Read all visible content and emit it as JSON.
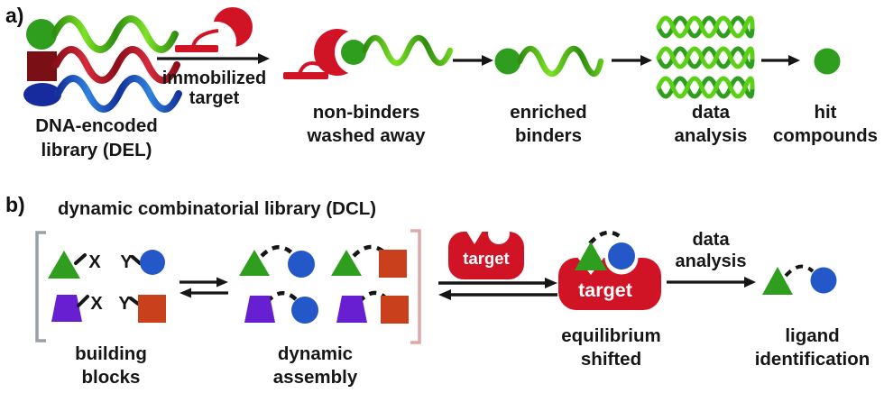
{
  "figure": {
    "type": "scheme-two-panel",
    "background": "#ffffff"
  },
  "colors": {
    "red": "#d11326",
    "maroon": "#7a1016",
    "green": "#2f9e1e",
    "green_bright": "#6fdc1f",
    "blue": "#2458c8",
    "navy": "#172b9e",
    "purple": "#671fd1",
    "orange": "#c8401c",
    "ink": "#161616",
    "bracket_gray": "#98a0a6",
    "bracket_pink": "#dfa8a8"
  },
  "icons": {
    "library_members": [
      "green-circle",
      "maroon-square",
      "navy-ellipse"
    ],
    "dna_strand": "wavy-ribbon",
    "sequencing": "green-double-helix",
    "target_protein": "red-crescent-on-support",
    "dcl_target": "red-blob-with-binding-notches",
    "linker": "dashed-arc"
  },
  "panel_a": {
    "tag": "a)",
    "library": {
      "line1": "DNA-encoded",
      "line2": "library (DEL)"
    },
    "arrow_label": {
      "line1": "immobilized",
      "line2": "target"
    },
    "steps": {
      "washed": {
        "line1": "non-binders",
        "line2": "washed away"
      },
      "enriched": {
        "line1": "enriched",
        "line2": "binders"
      },
      "analysis": {
        "line1": "data",
        "line2": "analysis"
      },
      "hits": {
        "line1": "hit",
        "line2": "compounds"
      }
    }
  },
  "panel_b": {
    "tag": "b)",
    "title": "dynamic combinatorial library (DCL)",
    "x_label": "X",
    "y_label": "Y",
    "target_label": "target",
    "steps": {
      "building": {
        "line1": "building",
        "line2": "blocks"
      },
      "assembly": {
        "line1": "dynamic",
        "line2": "assembly"
      },
      "shifted": {
        "line1": "equilibrium",
        "line2": "shifted"
      },
      "analysis": {
        "line1": "data",
        "line2": "analysis"
      },
      "ligand": {
        "line1": "ligand",
        "line2": "identification"
      }
    }
  }
}
